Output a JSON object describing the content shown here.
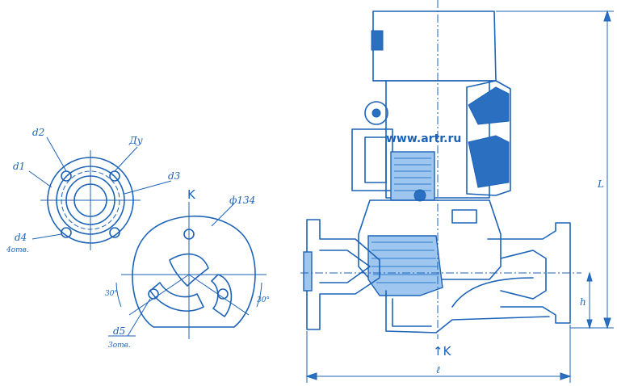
{
  "watermark": "www.artr.ru",
  "flange_labels": {
    "d2": "d2",
    "du": "Ду",
    "d1": "d1",
    "d3": "d3",
    "d4": "d4",
    "d4_holes": "4отв."
  },
  "base_labels": {
    "view": "K",
    "phi": "ф134",
    "angle_left": "30°",
    "angle_right": "30°",
    "d5": "d5",
    "d5_holes": "3отв."
  },
  "pump_labels": {
    "arrow_k": "↑K",
    "L": "L",
    "h": "h",
    "l": "ℓ"
  },
  "colors": {
    "line": "#1d63b8",
    "fill": "#9fc6ee"
  }
}
